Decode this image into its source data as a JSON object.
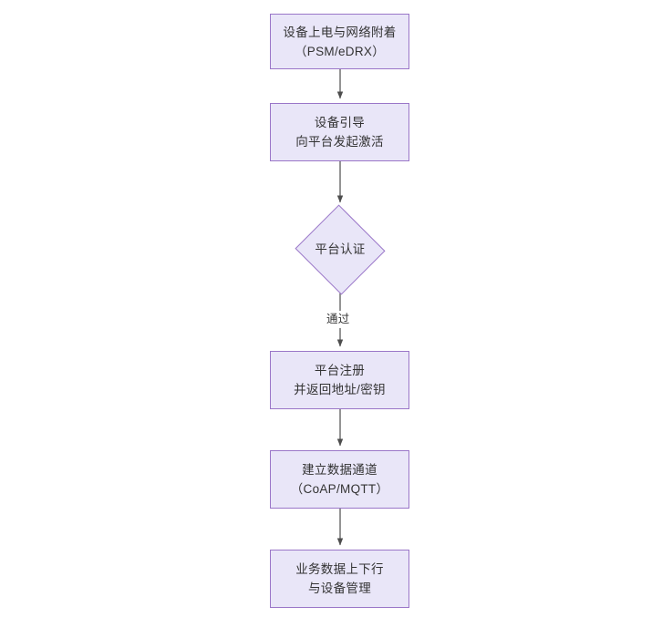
{
  "diagram": {
    "type": "flowchart",
    "title": "",
    "orientation": "top-to-bottom",
    "background_color": "#ffffff",
    "node_fill_color": "#E9E6F8",
    "node_border_color": "#9A76C8",
    "text_color": "#333333",
    "edge_color": "#4D4D4D",
    "nodes": [
      {
        "id": "n1",
        "shape": "rectangle",
        "lines": [
          "设备上电与网络附着",
          "（PSM/eDRX）"
        ]
      },
      {
        "id": "n2",
        "shape": "rectangle",
        "lines": [
          "设备引导",
          "向平台发起激活"
        ]
      },
      {
        "id": "n3",
        "shape": "diamond",
        "lines": [
          "平台认证"
        ]
      },
      {
        "id": "n4",
        "shape": "rectangle",
        "lines": [
          "平台注册",
          "并返回地址/密钥"
        ]
      },
      {
        "id": "n5",
        "shape": "rectangle",
        "lines": [
          "建立数据通道",
          "（CoAP/MQTT）"
        ]
      },
      {
        "id": "n6",
        "shape": "rectangle",
        "lines": [
          "业务数据上下行",
          "与设备管理"
        ]
      }
    ],
    "edges": [
      {
        "from": "n1",
        "to": "n2",
        "label": ""
      },
      {
        "from": "n2",
        "to": "n3",
        "label": ""
      },
      {
        "from": "n3",
        "to": "n4",
        "label": "通过"
      },
      {
        "from": "n4",
        "to": "n5",
        "label": ""
      },
      {
        "from": "n5",
        "to": "n6",
        "label": ""
      }
    ]
  }
}
